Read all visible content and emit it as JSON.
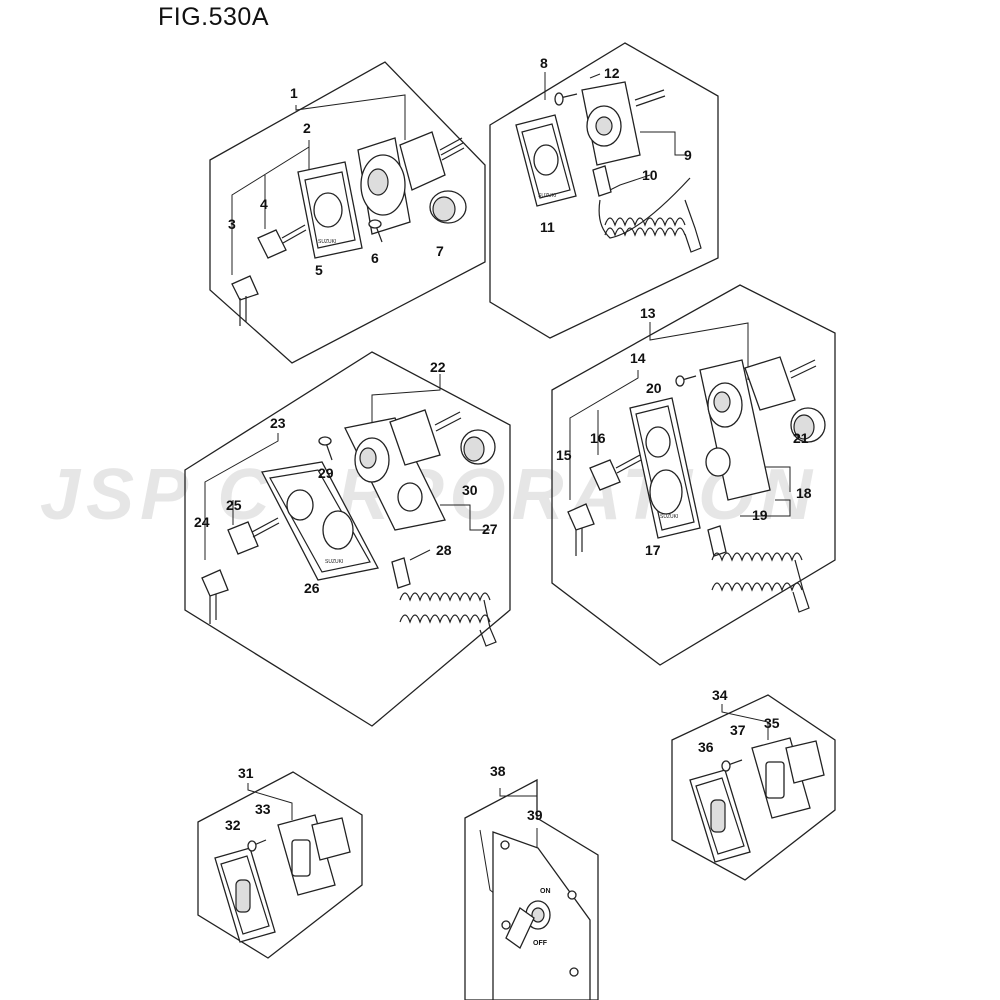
{
  "title": "FIG.530A",
  "watermark": "JSP CORPORATION",
  "callouts": [
    "1",
    "2",
    "3",
    "4",
    "5",
    "6",
    "7",
    "8",
    "9",
    "10",
    "11",
    "12",
    "13",
    "14",
    "15",
    "16",
    "17",
    "18",
    "19",
    "20",
    "21",
    "22",
    "23",
    "24",
    "25",
    "26",
    "27",
    "28",
    "29",
    "30",
    "31",
    "32",
    "33",
    "34",
    "35",
    "36",
    "37",
    "38",
    "39"
  ],
  "switch_plate": {
    "on_label": "ON",
    "off_label": "OFF"
  },
  "brand_marking": "SUZUKI"
}
